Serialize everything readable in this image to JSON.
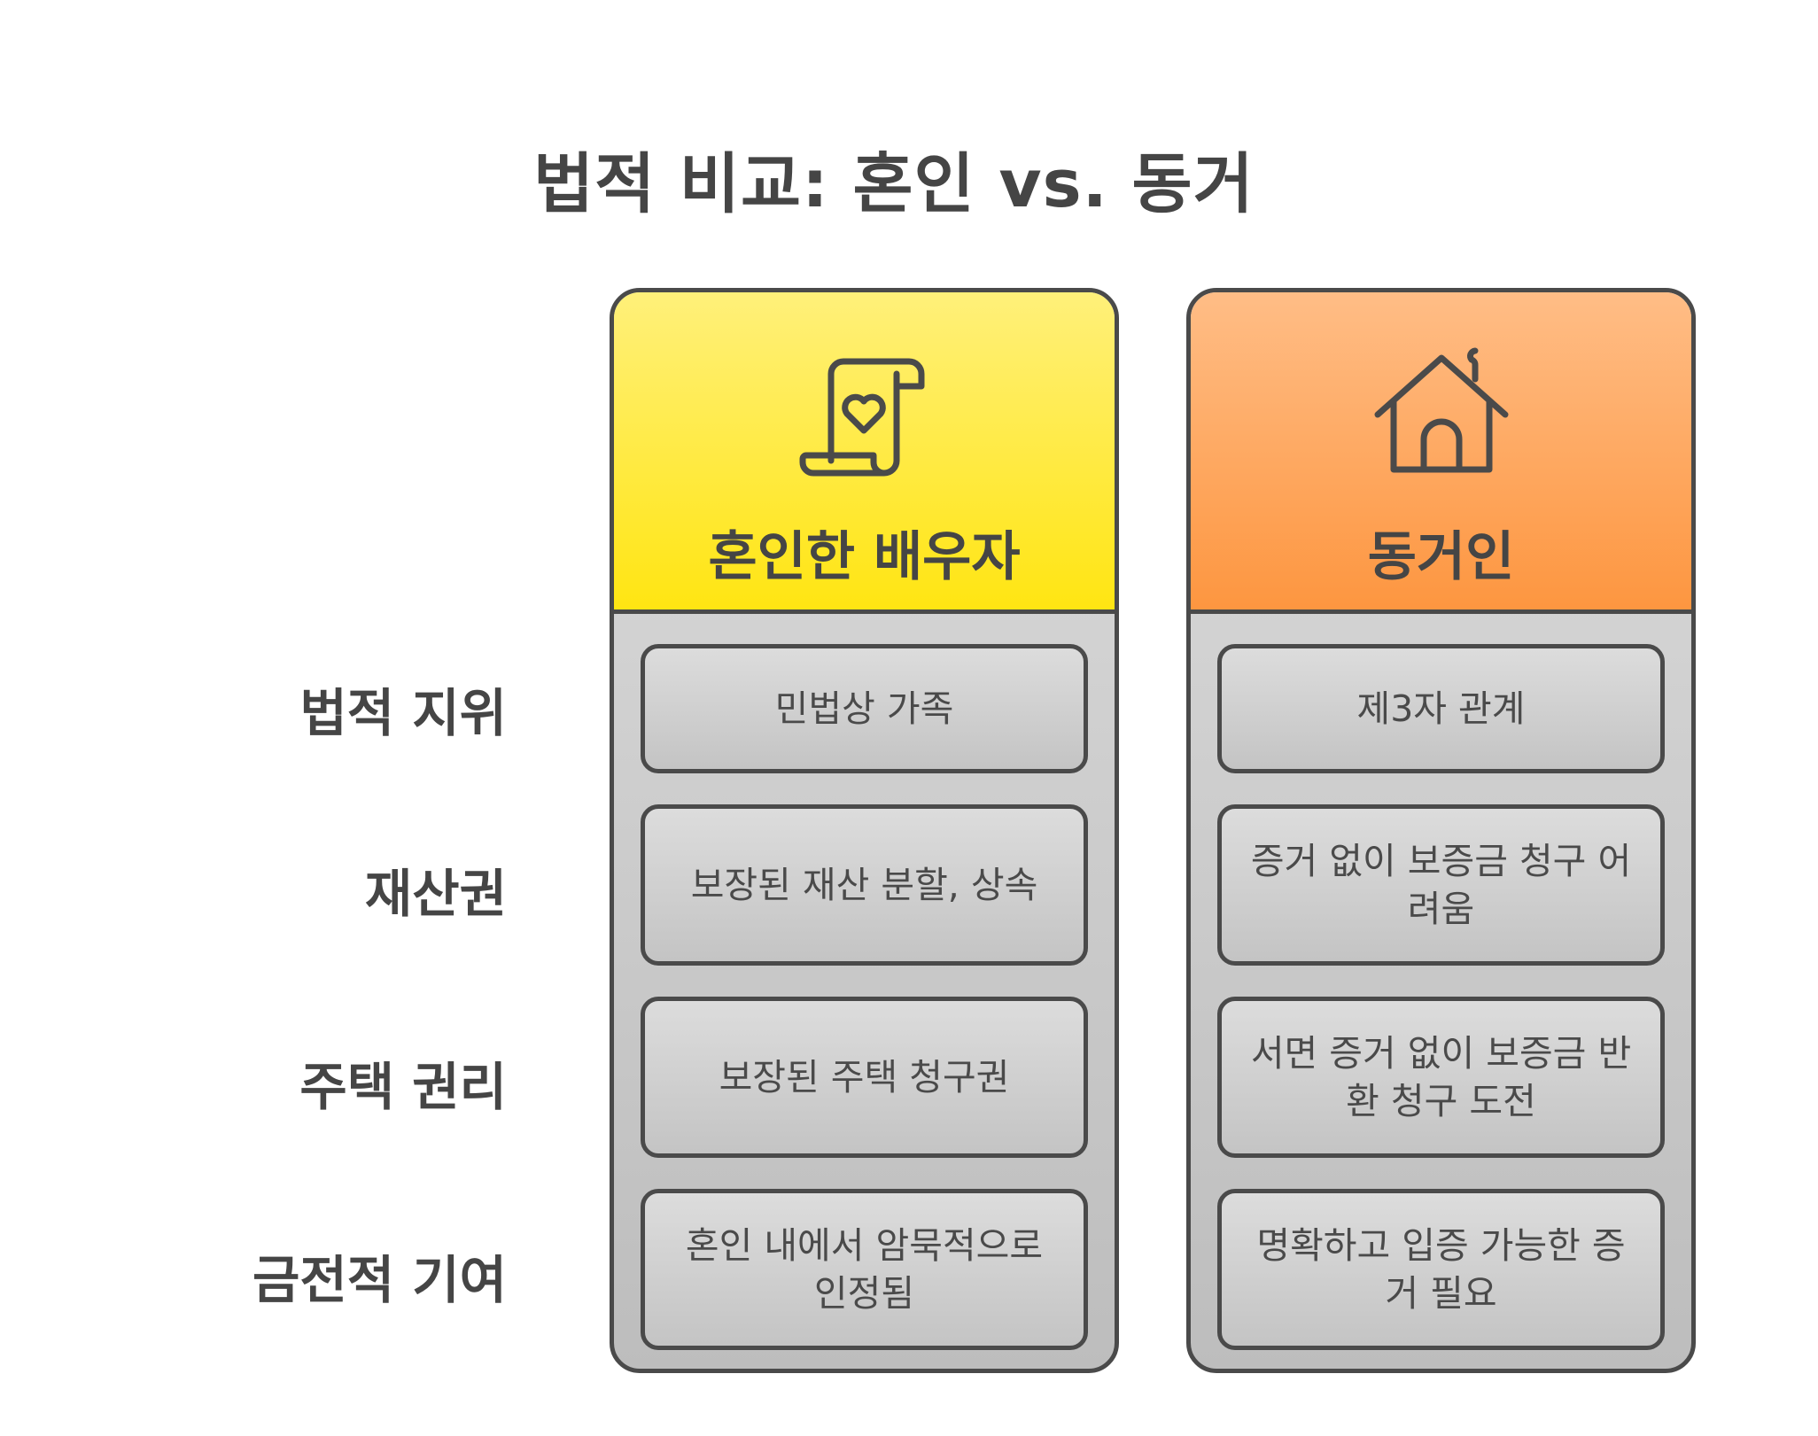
{
  "title": "법적 비교: 혼인 vs. 동거",
  "rows": [
    "법적 지위",
    "재산권",
    "주택 권리",
    "금전적 기여"
  ],
  "columns": [
    {
      "title": "혼인한 배우자",
      "icon": "marriage-certificate-scroll-icon",
      "color": "#ffe512",
      "cells": [
        "민법상 가족",
        "보장된 재산 분할, 상속",
        "보장된 주택 청구권",
        "혼인 내에서 암묵적으로 인정됨"
      ]
    },
    {
      "title": "동거인",
      "icon": "house-icon",
      "color": "#fd9640",
      "cells": [
        "제3자 관계",
        "증거 없이 보증금 청구 어려움",
        "서면 증거 없이 보증금 반환 청구 도전",
        "명확하고 입증 가능한 증거 필요"
      ]
    }
  ]
}
